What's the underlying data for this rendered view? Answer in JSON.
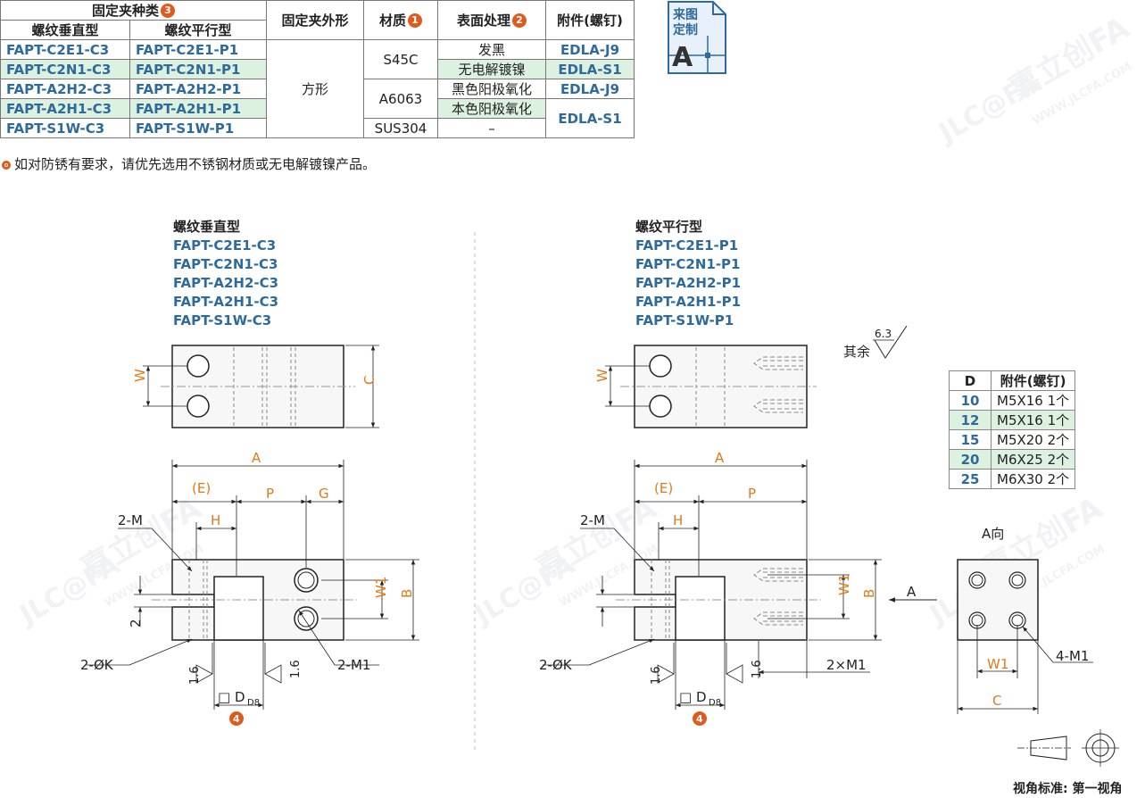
{
  "spec_table": {
    "group_header": "固定夹种类",
    "group_badge": "3",
    "sub_header_vertical": "螺纹垂直型",
    "sub_header_parallel": "螺纹平行型",
    "shape_header": "固定夹外形",
    "material_header": "材质",
    "material_badge": "1",
    "surface_header": "表面处理",
    "surface_badge": "2",
    "attach_header": "附件(螺钉)",
    "shape_value": "方形",
    "rows": [
      {
        "vertical": "FAPT-C2E1-C3",
        "parallel": "FAPT-C2E1-P1"
      },
      {
        "vertical": "FAPT-C2N1-C3",
        "parallel": "FAPT-C2N1-P1"
      },
      {
        "vertical": "FAPT-A2H2-C3",
        "parallel": "FAPT-A2H2-P1"
      },
      {
        "vertical": "FAPT-A2H1-C3",
        "parallel": "FAPT-A2H1-P1"
      },
      {
        "vertical": "FAPT-S1W-C3",
        "parallel": "FAPT-S1W-P1"
      }
    ],
    "materials": [
      "S45C",
      "A6063",
      "SUS304"
    ],
    "surfaces": [
      "发黑",
      "无电解镀镍",
      "黑色阳极氧化",
      "本色阳极氧化",
      "–"
    ],
    "attachments": [
      "EDLA-J9",
      "EDLA-S1",
      "EDLA-J9",
      "EDLA-S1"
    ]
  },
  "custom_badge": {
    "line1": "来图",
    "line2": "定制",
    "letter": "A"
  },
  "note": "如对防锈有要求，请优先选用不锈钢材质或无电解镀镍产品。",
  "left_list": {
    "title": "螺纹垂直型",
    "items": [
      "FAPT-C2E1-C3",
      "FAPT-C2N1-C3",
      "FAPT-A2H2-C3",
      "FAPT-A2H1-C3",
      "FAPT-S1W-C3"
    ]
  },
  "right_list": {
    "title": "螺纹平行型",
    "items": [
      "FAPT-C2E1-P1",
      "FAPT-C2N1-P1",
      "FAPT-A2H2-P1",
      "FAPT-A2H1-P1",
      "FAPT-S1W-P1"
    ]
  },
  "d_table": {
    "headers": [
      "D",
      "附件(螺钉)"
    ],
    "rows": [
      {
        "d": "10",
        "screw": "M5X16  1个"
      },
      {
        "d": "12",
        "screw": "M5X16  1个"
      },
      {
        "d": "15",
        "screw": "M5X20  2个"
      },
      {
        "d": "20",
        "screw": "M6X25  2个"
      },
      {
        "d": "25",
        "screw": "M6X30  2个"
      }
    ]
  },
  "roughness": {
    "value": "6.3",
    "label": "其余"
  },
  "dims": {
    "A": "A",
    "B": "B",
    "C": "C",
    "E": "(E)",
    "G": "G",
    "H": "H",
    "P": "P",
    "W": "W",
    "W1": "W1",
    "two_M": "2-M",
    "two_K": "2-ØK",
    "two_M1": "2-M1",
    "two_x_M1": "2×M1",
    "four_M1": "4-M1",
    "dim2": "2",
    "f16": "1.6",
    "d_label": "□ D",
    "d_sub": "D8",
    "d_badge": "4",
    "arrow_A": "A",
    "view_A": "A向"
  },
  "projection_label": "视角标准: 第一视角",
  "watermark": {
    "brand": "JLC@FA",
    "cn": "嘉立创FA",
    "url": "WWW.JLCFA.COM"
  },
  "colors": {
    "accent_orange": "#e07a1a",
    "code_blue": "#2e6a9b",
    "green_band": "#ddf1e1",
    "badge": "#e05a1e"
  }
}
